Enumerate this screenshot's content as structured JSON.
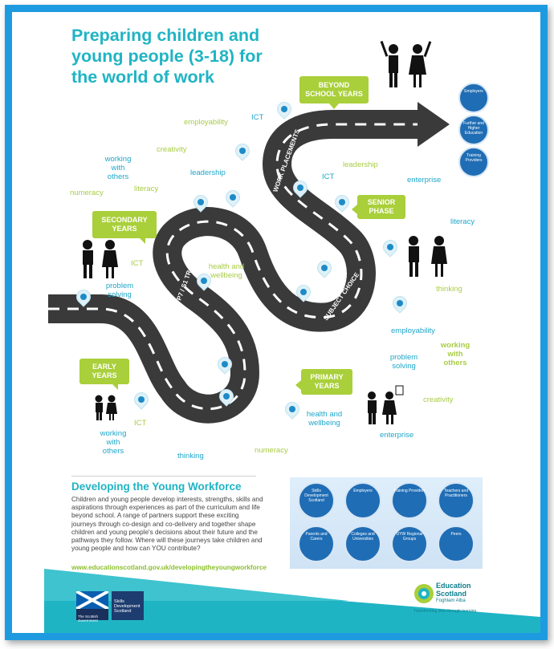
{
  "title": "Preparing children and young people (3-18) for the world of work",
  "road": {
    "labels": [
      "WORK PLACEMENTS",
      "P7 / S1 TRANSITION",
      "SUBJECT CHOICE"
    ]
  },
  "stages": {
    "beyond": "BEYOND SCHOOL YEARS",
    "senior": "SENIOR PHASE",
    "secondary": "SECONDARY YEARS",
    "primary": "PRIMARY YEARS",
    "early": "EARLY YEARS"
  },
  "words": {
    "employability1": "employability",
    "ict1": "ICT",
    "creativity1": "creativity",
    "working1": "working with others",
    "leadership1": "leadership",
    "numeracy1": "numeracy",
    "literacy1": "literacy",
    "leadership2": "leadership",
    "ict2": "ICT",
    "enterprise1": "enterprise",
    "literacy2": "literacy",
    "ict3": "ICT",
    "problem1": "problem solving",
    "health1": "health and wellbeing",
    "thinking1": "thinking",
    "employability2": "employability",
    "working2": "working with others",
    "problem2": "problem solving",
    "creativity2": "creativity",
    "health2": "health and wellbeing",
    "enterprise2": "enterprise",
    "ict4": "ICT",
    "working3": "working with others",
    "thinking2": "thinking",
    "numeracy2": "numeracy"
  },
  "beyond_icons": [
    "Employers",
    "Further and Higher Education",
    "Training Providers"
  ],
  "partners": {
    "row1": [
      "Skills Development Scotland",
      "Employers",
      "Training Providers",
      "Teachers and Practitioners"
    ],
    "row2": [
      "Parents and Carers",
      "Colleges and Universities",
      "DYW Regional Groups",
      "Peers"
    ]
  },
  "bottom": {
    "heading": "Developing the Young Workforce",
    "body": "Children and young people develop interests, strengths, skills and aspirations through experiences as part of the curriculum and life beyond school. A range of partners support these exciting journeys through co-design and co-delivery and together shape children and young people's decisions about their future and the pathways they follow. Where will these journeys take children and young people and how can YOU contribute?",
    "link": "www.educationscotland.gov.uk/developingtheyoungworkforce"
  },
  "footer": {
    "logo1": "The Scottish Government",
    "logo2": "Skills Development Scotland",
    "es_name1": "Education",
    "es_name2": "Scotland",
    "es_gaelic": "Foghlam Alba",
    "es_tagline": "Transforming lives through learning"
  },
  "colors": {
    "teal": "#1fb4c4",
    "green": "#a9cf3a",
    "road": "#3a3a3a",
    "frame": "#1e9be0",
    "navy": "#1f6db5"
  }
}
